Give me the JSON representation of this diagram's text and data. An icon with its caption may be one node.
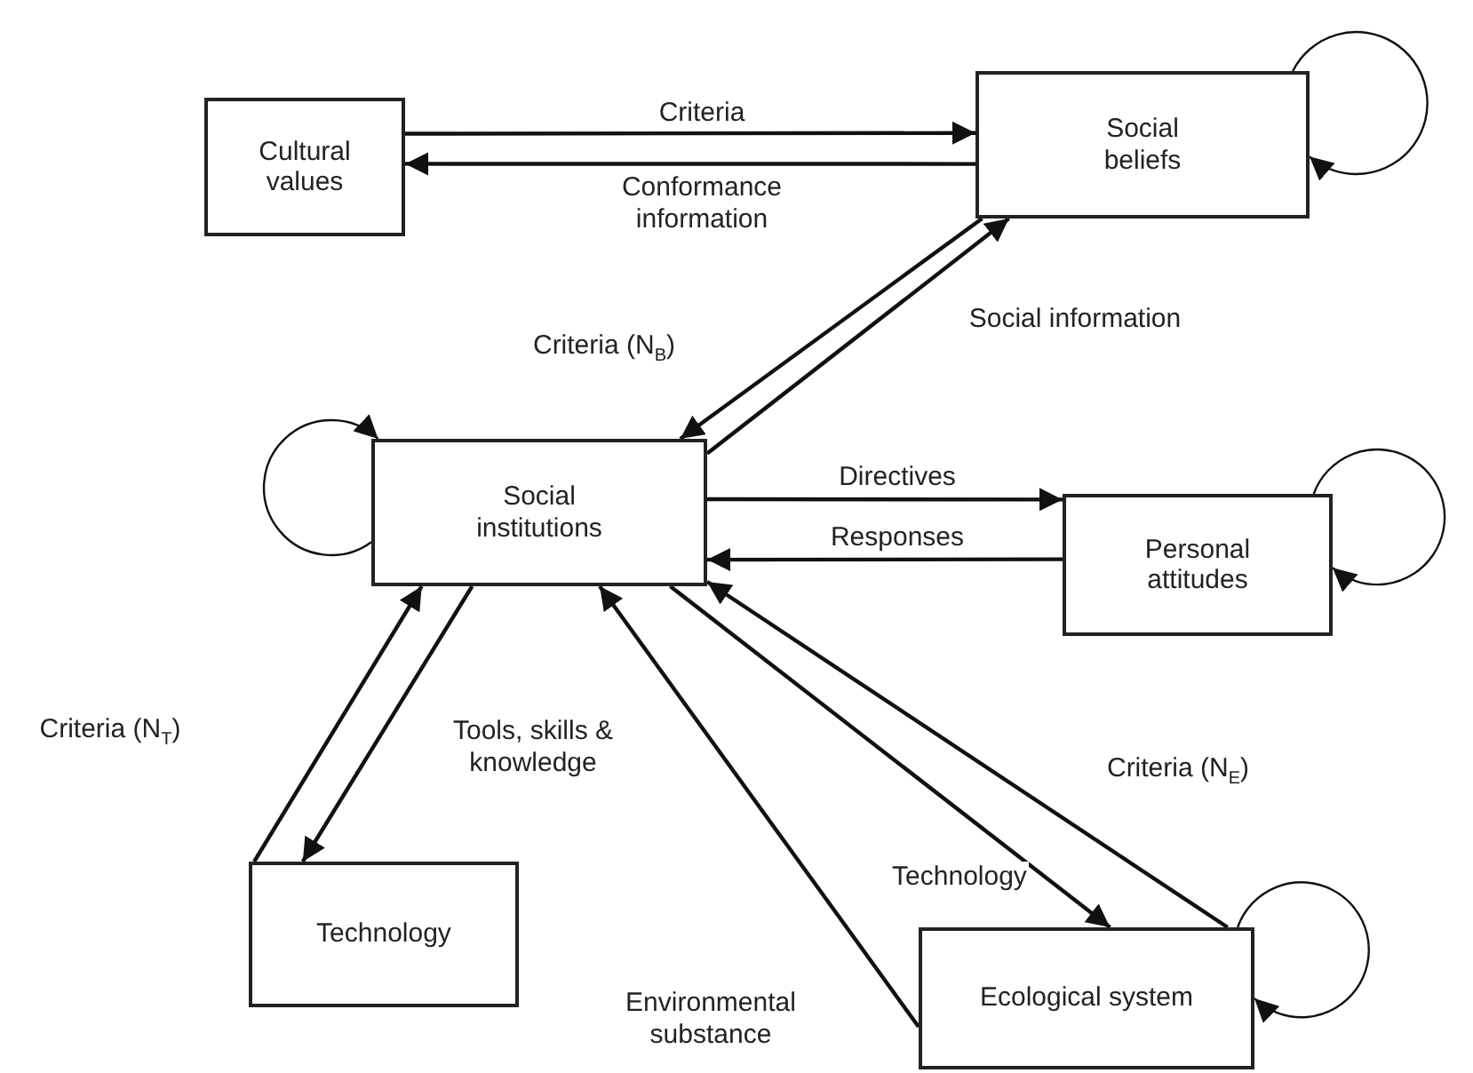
{
  "diagram": {
    "nodes": [
      {
        "text": [
          "Cultural values"
        ]
      },
      {
        "text": [
          "Social beliefs"
        ]
      },
      {
        "text": [
          "Social institutions"
        ]
      },
      {
        "text": [
          "Personal attitudes"
        ]
      },
      {
        "text": [
          "Technology"
        ]
      },
      {
        "text": [
          "Ecological system"
        ]
      }
    ],
    "edges": [
      {
        "from": 0,
        "to": 1,
        "arrow": "to",
        "label": "Criteria"
      },
      {
        "from": 1,
        "to": 0,
        "arrow": "to",
        "label": "Conformance information"
      },
      {
        "from": 1,
        "to": 2,
        "arrow": "to",
        "label": "Criteria (N$_{B}$)"
      },
      {
        "from": 2,
        "to": 1,
        "arrow": "to",
        "label": "Social information"
      },
      {
        "from": 2,
        "to": 3,
        "arrow": "to",
        "label": "Directives"
      },
      {
        "from": 3,
        "to": 2,
        "arrow": "to",
        "label": "Responses"
      },
      {
        "from": 4,
        "to": 2,
        "arrow": "to",
        "label": "Criteria (N$_{T}$)"
      },
      {
        "from": 2,
        "to": 4,
        "arrow": "to",
        "label": "Tools, skills & knowledge"
      },
      {
        "from": 5,
        "to": 2,
        "arrow": "to",
        "label": "Environmental substance"
      },
      {
        "from": 2,
        "to": 5,
        "arrow": "to",
        "label": "Technology"
      },
      {
        "from": 5,
        "to": 2,
        "arrow": "to",
        "label": "Criteria (N$_{E}$)"
      },
      {
        "from": 1,
        "to": 1,
        "arrow": "to"
      },
      {
        "from": 2,
        "to": 2,
        "arrow": "to"
      },
      {
        "from": 3,
        "to": 3,
        "arrow": "to"
      },
      {
        "from": 5,
        "to": 5,
        "arrow": "to"
      }
    ]
  }
}
